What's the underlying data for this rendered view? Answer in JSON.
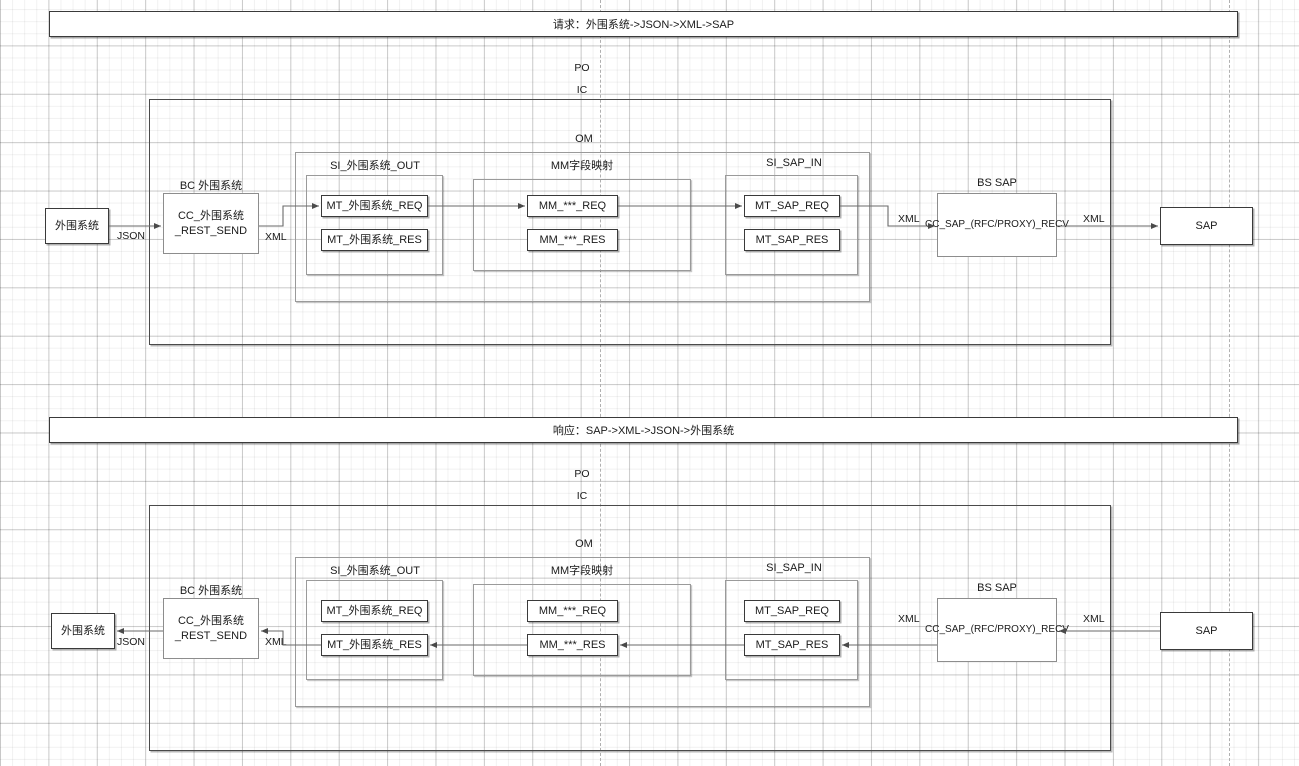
{
  "diagram": {
    "background": "grid",
    "accent_border": "#3a3a3a",
    "guide_color": "#b0b0b0"
  },
  "request_section": {
    "title": "请求：外围系统->JSON->XML->SAP",
    "po_label": "PO",
    "ic_label": "IC",
    "om_label": "OM",
    "external_system": {
      "label": "外围系统"
    },
    "json_label": "JSON",
    "bc_caption": "BC 外围系统",
    "cc_send": {
      "line1": "CC_外围系统",
      "line2": "_REST_SEND"
    },
    "xml_label_left": "XML",
    "si_out_caption": "SI_外围系统_OUT",
    "si_out_items": [
      "MT_外围系统_REQ",
      "MT_外围系统_RES"
    ],
    "mm_caption": "MM字段映射",
    "mm_items": [
      "MM_***_REQ",
      "MM_***_RES"
    ],
    "si_sap_in_caption": "SI_SAP_IN",
    "si_sap_in_items": [
      "MT_SAP_REQ",
      "MT_SAP_RES"
    ],
    "xml_label_mid": "XML",
    "bs_sap_caption": "BS SAP",
    "cc_sap_recv": "CC_SAP_(RFC/PROXY)_RECV",
    "xml_label_right": "XML",
    "sap_system": {
      "label": "SAP"
    }
  },
  "response_section": {
    "title": "响应：SAP->XML->JSON->外围系统",
    "po_label": "PO",
    "ic_label": "IC",
    "om_label": "OM",
    "external_system": {
      "label": "外围系统"
    },
    "json_label": "JSON",
    "bc_caption": "BC 外围系统",
    "cc_send": {
      "line1": "CC_外围系统",
      "line2": "_REST_SEND"
    },
    "xml_label_left": "XML",
    "si_out_caption": "SI_外围系统_OUT",
    "si_out_items": [
      "MT_外围系统_REQ",
      "MT_外围系统_RES"
    ],
    "mm_caption": "MM字段映射",
    "mm_items": [
      "MM_***_REQ",
      "MM_***_RES"
    ],
    "si_sap_in_caption": "SI_SAP_IN",
    "si_sap_in_items": [
      "MT_SAP_REQ",
      "MT_SAP_RES"
    ],
    "xml_label_mid": "XML",
    "bs_sap_caption": "BS SAP",
    "cc_sap_recv": "CC_SAP_(RFC/PROXY)_RECV",
    "xml_label_right": "XML",
    "sap_system": {
      "label": "SAP"
    }
  }
}
